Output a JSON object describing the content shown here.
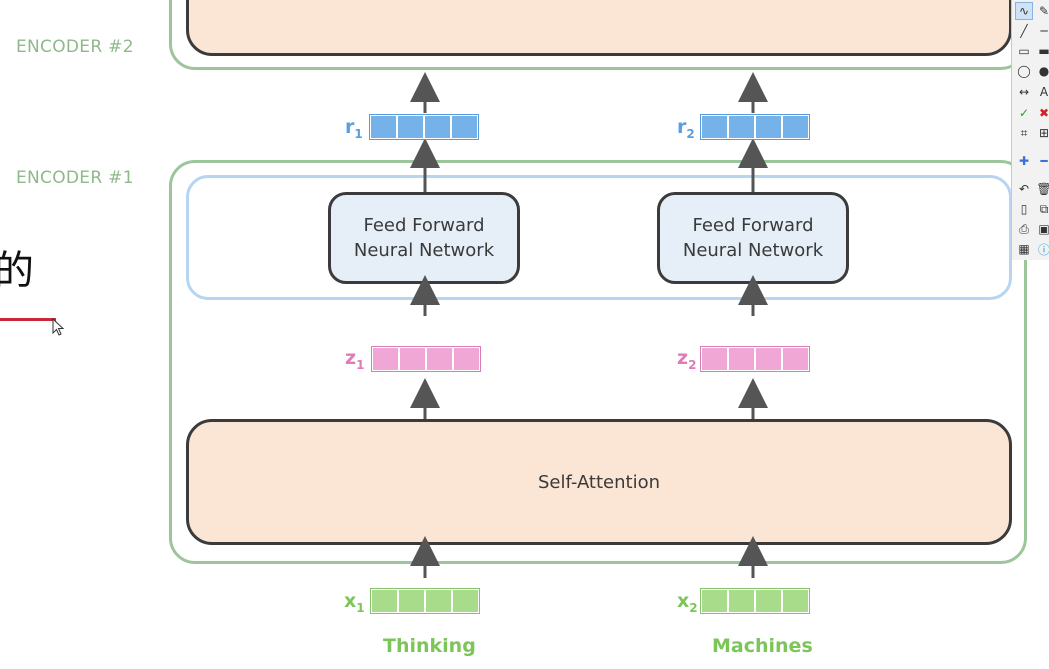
{
  "encoders": [
    {
      "label": "ENCODER #2"
    },
    {
      "label": "ENCODER #1"
    }
  ],
  "side_text": "的",
  "self_attention": "Self-Attention",
  "ffn": [
    {
      "line1": "Feed Forward",
      "line2": "Neural Network"
    },
    {
      "line1": "Feed Forward",
      "line2": "Neural Network"
    }
  ],
  "vectors": {
    "r": [
      {
        "letter": "r",
        "sub": "1"
      },
      {
        "letter": "r",
        "sub": "2"
      }
    ],
    "z": [
      {
        "letter": "z",
        "sub": "1"
      },
      {
        "letter": "z",
        "sub": "2"
      }
    ],
    "x": [
      {
        "letter": "x",
        "sub": "1"
      },
      {
        "letter": "x",
        "sub": "2"
      }
    ]
  },
  "words": [
    "Thinking",
    "Machines"
  ],
  "colors": {
    "encoder_border": "#9cc59b",
    "ffn_layer_border": "#b7d5f0",
    "r_vector": "#76b2ea",
    "z_vector": "#f0a7d6",
    "x_vector": "#a8dc8a",
    "self_attention_fill": "#fbe5d4",
    "ffn_fill": "#e6eff8"
  },
  "toolbar": {
    "icons": [
      "freehand-icon",
      "pen-icon",
      "line-icon",
      "line-tool-icon",
      "rectangle-icon",
      "filled-rectangle-icon",
      "ellipse-icon",
      "filled-ellipse-icon",
      "double-arrow-icon",
      "text-icon",
      "check-icon",
      "cross-icon",
      "crop-icon",
      "zoom-box-icon",
      "plus-icon",
      "minus-icon",
      "undo-icon",
      "trash-icon",
      "new-page-icon",
      "copy-icon",
      "print-icon",
      "save-icon",
      "screen-icon",
      "info-icon"
    ]
  }
}
